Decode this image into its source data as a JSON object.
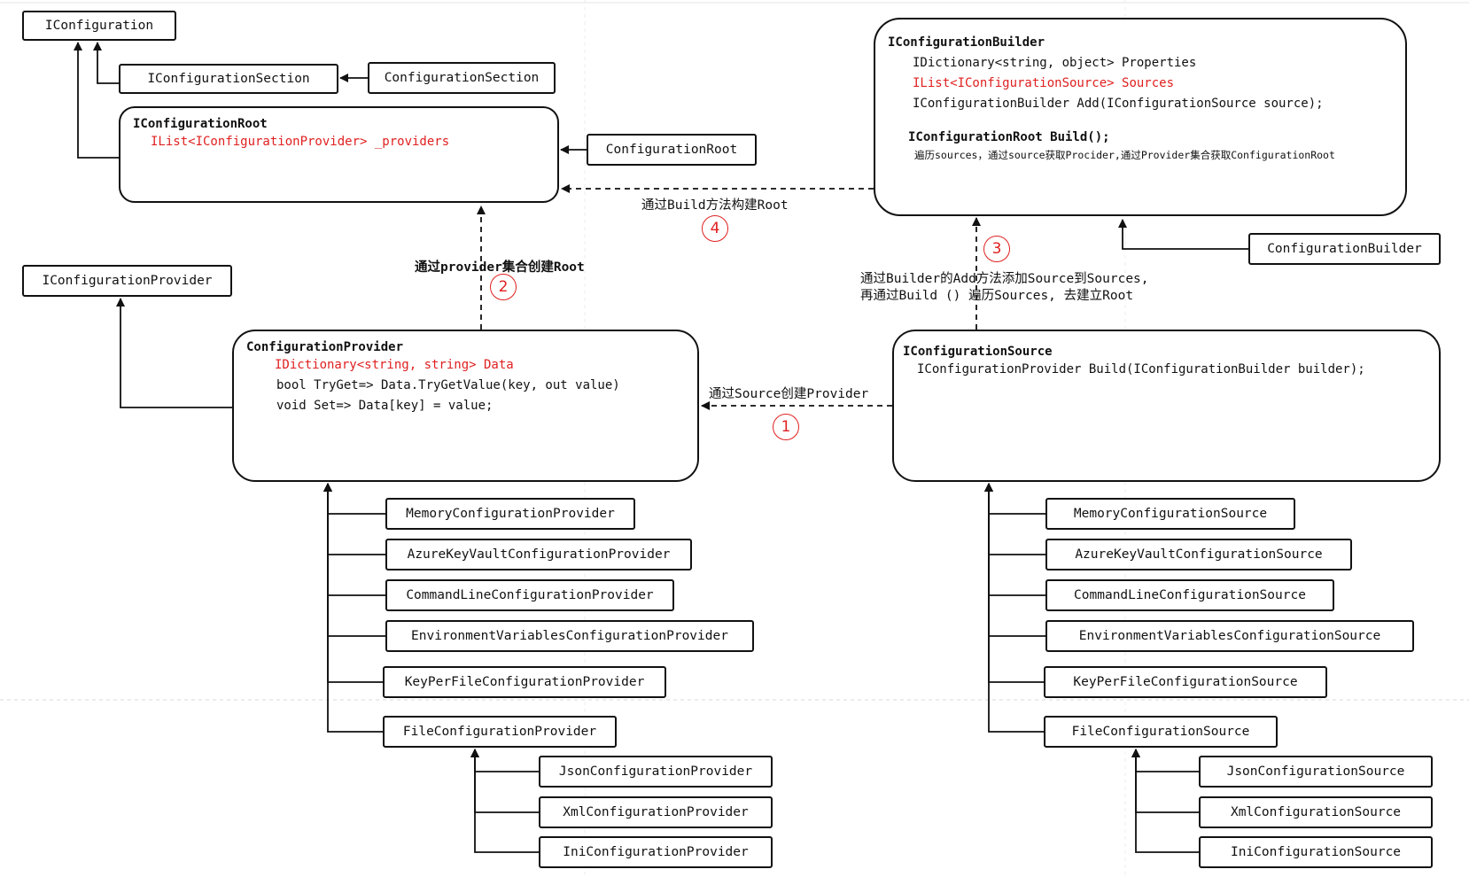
{
  "nodes": {
    "iconfiguration": "IConfiguration",
    "iconfiguration_section": "IConfigurationSection",
    "configuration_section": "ConfigurationSection",
    "iconfiguration_root": {
      "title": "IConfigurationRoot",
      "field": "IList<IConfigurationProvider> _providers"
    },
    "configuration_root": "ConfigurationRoot",
    "iconfiguration_provider": "IConfigurationProvider",
    "configuration_provider": {
      "title": "ConfigurationProvider",
      "field": "IDictionary<string, string> Data",
      "method1": "bool TryGet=> Data.TryGetValue(key, out value)",
      "method2": "void Set=> Data[key] = value;"
    },
    "iconfiguration_builder": {
      "title": "IConfigurationBuilder",
      "prop1": "IDictionary<string, object> Properties",
      "prop2_type": "IList<IConfigurationSource>",
      "prop2_name": "Sources",
      "method_add": "IConfigurationBuilder Add(IConfigurationSource source);",
      "method_build": "IConfigurationRoot Build();",
      "note": "遍历sources，通过source获取Procider,通过Provider集合获取ConfigurationRoot"
    },
    "configuration_builder": "ConfigurationBuilder",
    "iconfiguration_source": {
      "title": "IConfigurationSource",
      "method": "IConfigurationProvider Build(IConfigurationBuilder builder);"
    },
    "providers": [
      "MemoryConfigurationProvider",
      "AzureKeyVaultConfigurationProvider",
      "CommandLineConfigurationProvider",
      "EnvironmentVariablesConfigurationProvider",
      "KeyPerFileConfigurationProvider",
      "FileConfigurationProvider"
    ],
    "file_providers": [
      "JsonConfigurationProvider",
      "XmlConfigurationProvider",
      "IniConfigurationProvider"
    ],
    "sources": [
      "MemoryConfigurationSource",
      "AzureKeyVaultConfigurationSource",
      "CommandLineConfigurationSource",
      "EnvironmentVariablesConfigurationSource",
      "KeyPerFileConfigurationSource",
      "FileConfigurationSource"
    ],
    "file_sources": [
      "JsonConfigurationSource",
      "XmlConfigurationSource",
      "IniConfigurationSource"
    ]
  },
  "edges": {
    "step1": {
      "num": "1",
      "label": "通过Source创建Provider"
    },
    "step2": {
      "num": "2",
      "label": "通过provider集合创建Root"
    },
    "step3": {
      "num": "3",
      "line1": "通过Builder的Add方法添加Source到Sources,",
      "line2": "再通过Build () 遍历Sources, 去建立Root"
    },
    "step4": {
      "num": "4",
      "label": "通过Build方法构建Root"
    }
  },
  "colors": {
    "highlight": "#e02020",
    "stroke": "#111111",
    "background": "#ffffff"
  }
}
